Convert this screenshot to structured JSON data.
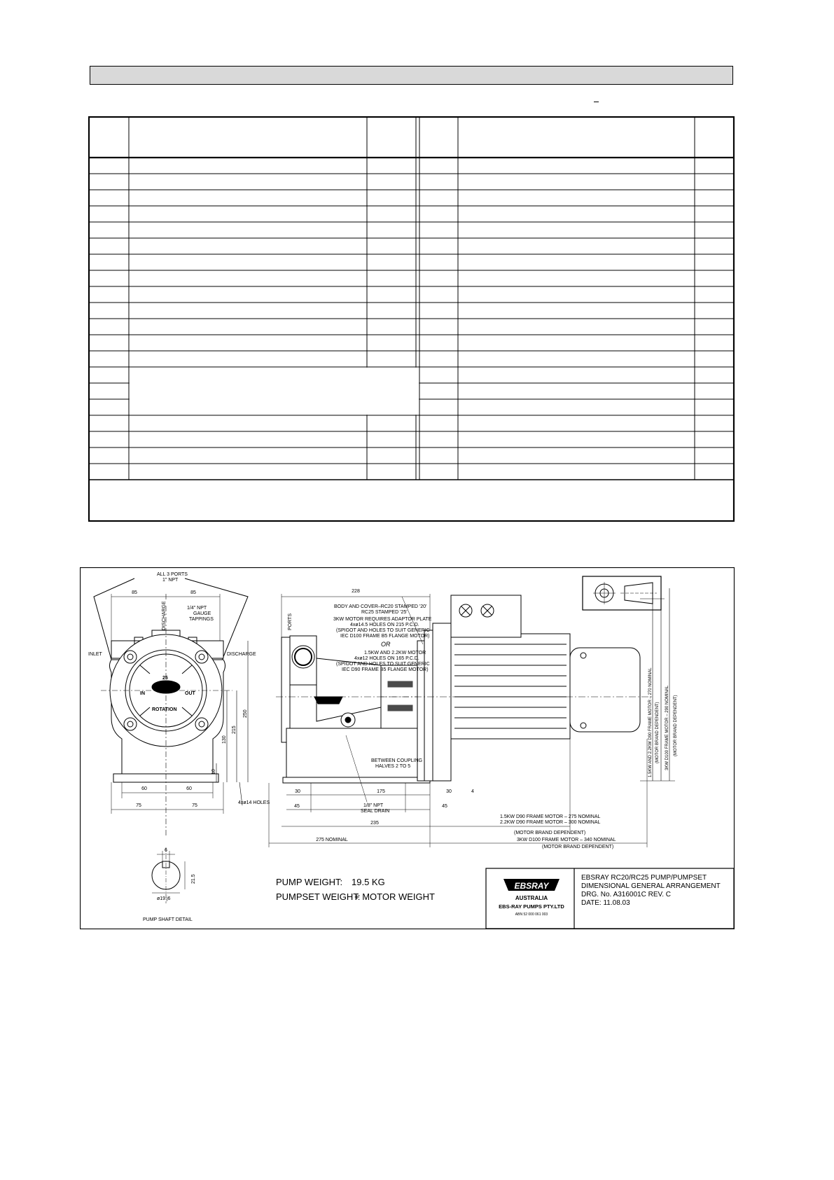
{
  "drawing": {
    "callouts": {
      "all_ports": "ALL 3 PORTS",
      "npt_1": "1\" NPT",
      "discharge_vertical": "DISCHARGE",
      "gauge_tappings_1": "1/4\" NPT",
      "gauge_tappings_2": "GAUGE",
      "gauge_tappings_3": "TAPPINGS",
      "inlet": "INLET",
      "discharge": "DISCHARGE",
      "ports": "PORTS",
      "body_cover_1": "BODY AND COVER–RC20 STAMPED '20'",
      "body_cover_2": "RC25 STAMPED '25'",
      "motor3kw_1": "3KW MOTOR REQUIRES ADAPTOR PLATE",
      "motor3kw_2": "4xø14.5 HOLES ON 215 P.C.D.",
      "motor3kw_3": "(SPIGOT AND HOLES TO SUIT GENERIC",
      "motor3kw_4": "IEC D100 FRAME B5 FLANGE MOTOR)",
      "or": "OR",
      "motor15_1": "1.5KW AND 2.2KW MOTOR",
      "motor15_2": "4xø12 HOLES ON 165 P.C.D.",
      "motor15_3": "(SPIGOT AND HOLES TO SUIT GENERIC",
      "motor15_4": "IEC D90 FRAME B5 FLANGE MOTOR)",
      "between_coupling_1": "BETWEEN COUPLING",
      "between_coupling_2": "HALVES 2 TO 5",
      "seal_drain_1": "1/8\" NPT",
      "seal_drain_2": "SEAL DRAIN",
      "holes": "4xø14 HOLES",
      "shaft_detail": "PUMP SHAFT DETAIL",
      "shaft_dia": "ø19 j6",
      "motor_d90_1": "1.5KW D90 FRAME MOTOR – 275 NOMINAL",
      "motor_d90_2": "2.2KW D90 FRAME MOTOR – 300 NOMINAL",
      "brand_dep": "(MOTOR BRAND DEPENDENT)",
      "motor_d100": "3KW D100 FRAME MOTOR – 340 NOMINAL",
      "nominal_275": "275 NOMINAL",
      "right_v1": "1.5KW AND 2.2KW D90 FRAME MOTOR – 270 NOMINAL",
      "right_v2": "(MOTOR BRAND DEPENDENT)",
      "right_v3": "3KW D100 FRAME MOTOR – 290 NOMINAL",
      "right_v4": "(MOTOR BRAND DEPENDENT)",
      "face_in": "IN",
      "face_out": "OUT",
      "face_num": "25",
      "face_rotation": "ROTATION"
    },
    "dims": {
      "d85a": "85",
      "d85b": "85",
      "d250": "250",
      "d215": "215",
      "d130": "130",
      "d10": "10",
      "d60a": "60",
      "d60b": "60",
      "d75a": "75",
      "d75b": "75",
      "d228": "228",
      "d30a": "30",
      "d175": "175",
      "d30b": "30",
      "d4": "4",
      "d45a": "45",
      "d45b": "45",
      "d235": "235",
      "d6": "6",
      "d21_5": "21.5"
    },
    "weights": {
      "pump_label": "PUMP WEIGHT:",
      "pump_value": "19.5 KG",
      "pumpset_label": "PUMPSET WEIGHT:",
      "pumpset_value": "+ MOTOR WEIGHT"
    },
    "title_block": {
      "logo_text": "EBSRAY",
      "country": "AUSTRALIA",
      "company": "EBS-RAY PUMPS PTY.LTD",
      "abn": "ABN 52 000 061 003",
      "line1": "EBSRAY RC20/RC25 PUMP/PUMPSET",
      "line2": "DIMENSIONAL GENERAL ARRANGEMENT",
      "line3": "DRG. No. A316001C REV. C",
      "line4": "DATE: 11.08.03"
    }
  }
}
